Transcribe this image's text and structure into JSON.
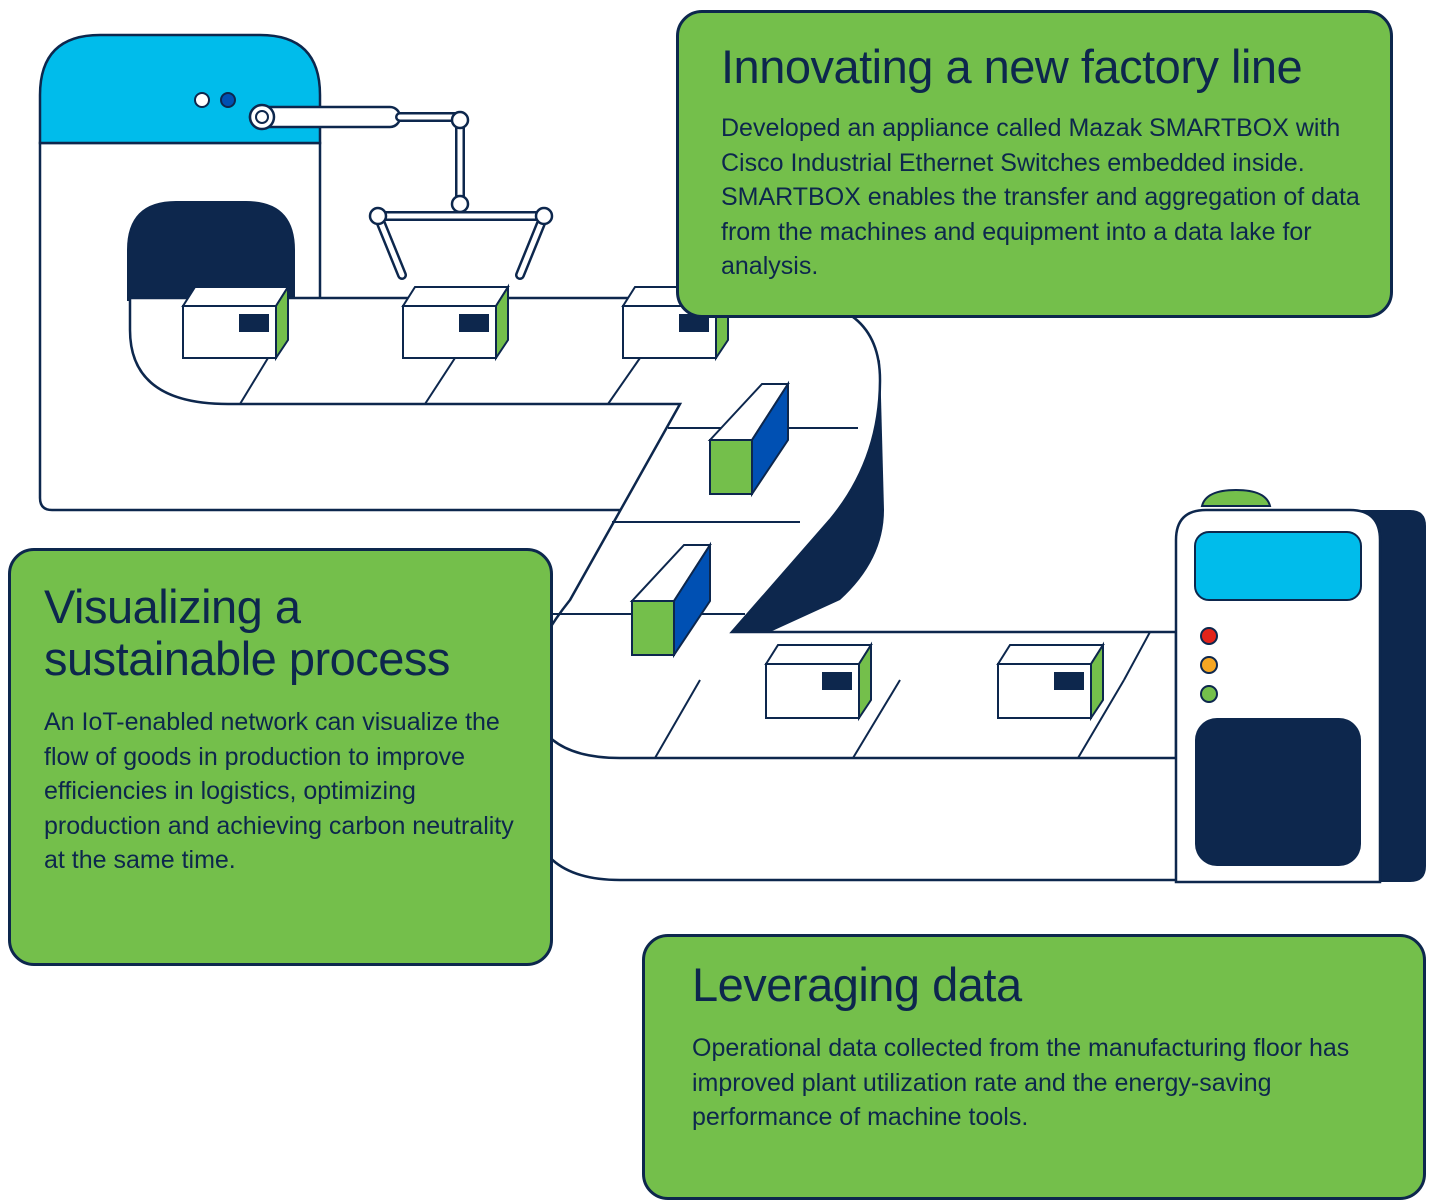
{
  "cards": {
    "factory": {
      "title": "Innovating a new factory line",
      "body": "Developed an appliance called Mazak SMARTBOX with Cisco Industrial Ethernet Switches embedded inside. SMARTBOX enables the transfer and aggregation of data from the machines and equipment into a data lake for analysis."
    },
    "sustainable": {
      "title": "Visualizing a sustainable process",
      "body": "An IoT-enabled network can visualize the flow of goods in production to improve efficiencies in logistics, optimizing production and achieving carbon neutrality at the same time."
    },
    "data": {
      "title": "Leveraging data",
      "body": "Operational data collected from the manufacturing floor has improved plant utilization rate and the energy-saving performance of machine tools."
    }
  },
  "colors": {
    "navy": "#0d274d",
    "green": "#74bf4b",
    "cyan": "#00bceb",
    "blue": "#0050b3",
    "red": "#e2231a",
    "orange": "#f5a623",
    "white": "#ffffff"
  },
  "icons": {
    "machine": "factory-machine-icon",
    "robot_arm": "robotic-arm-icon",
    "conveyor": "conveyor-belt-icon",
    "box": "package-box-icon",
    "smartbox": "smartbox-appliance-icon"
  }
}
